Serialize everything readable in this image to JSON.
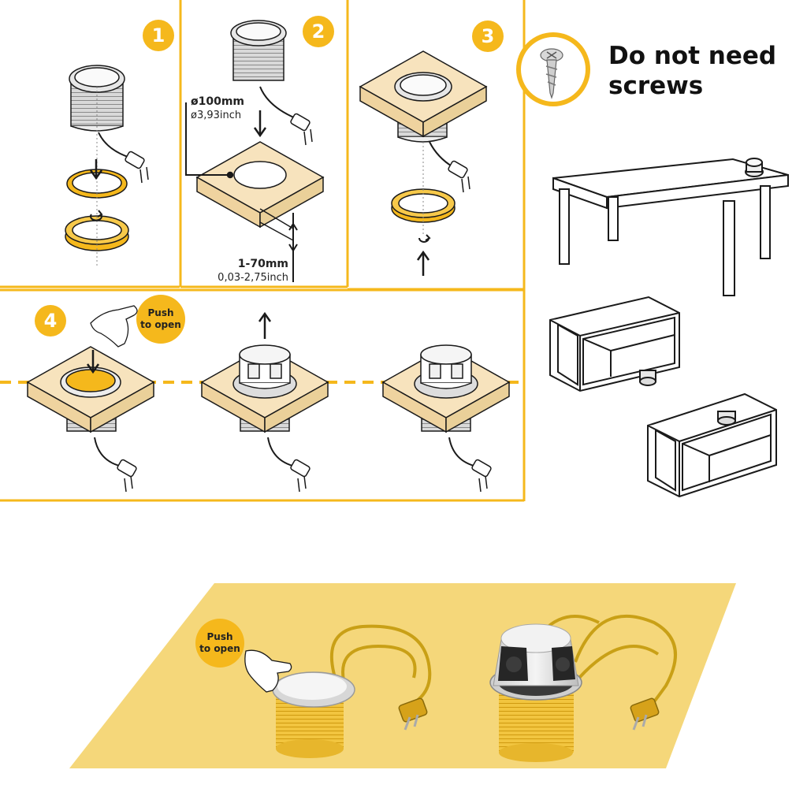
{
  "steps": [
    "1",
    "2",
    "3",
    "4"
  ],
  "step2": {
    "diameter_mm": "ø100mm",
    "diameter_inch": "ø3,93inch",
    "thickness_mm": "1-70mm",
    "thickness_inch": "0,03-2,75inch"
  },
  "step4": {
    "push_label": "Push\nto open"
  },
  "info": {
    "no_screws": "Do not need\nscrews"
  },
  "bottom": {
    "push_label": "Push\nto open"
  },
  "colors": {
    "accent": "#f5b81c",
    "wood": "#f7e3bd",
    "line": "#1a1a1a",
    "cable": "#c9a016",
    "floor": "#f5d77a"
  },
  "icons": [
    "screw-icon",
    "arrow-down-icon",
    "arrow-up-icon",
    "rotate-icon",
    "hand-icon",
    "plug-icon"
  ]
}
